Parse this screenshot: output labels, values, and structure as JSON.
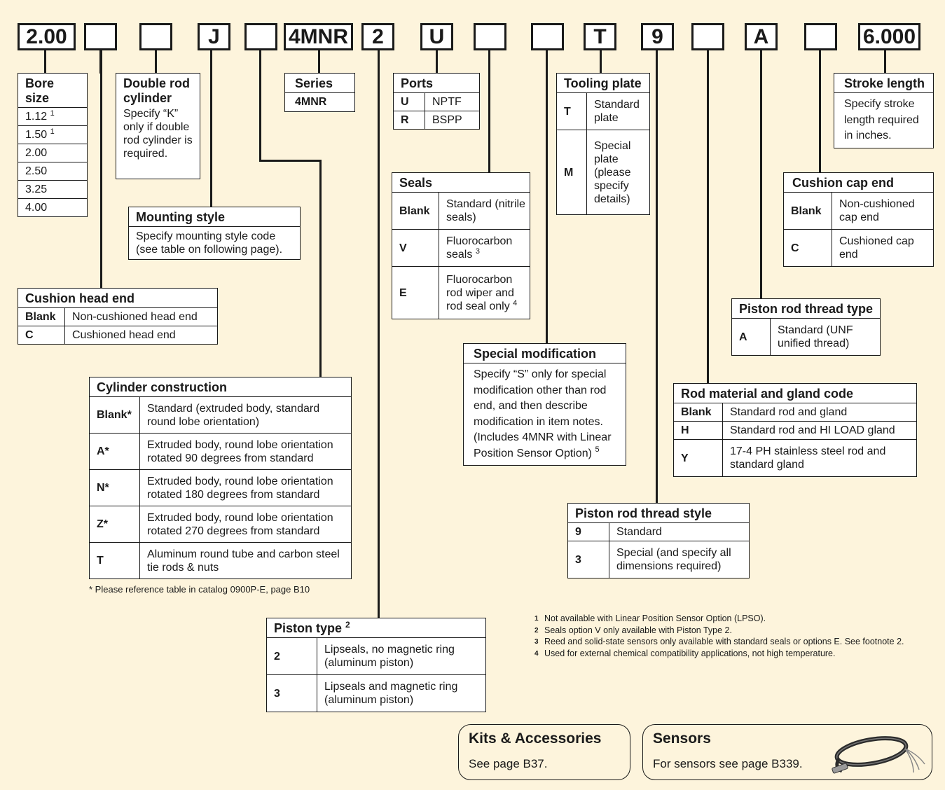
{
  "codes": [
    "2.00",
    "",
    "",
    "J",
    "",
    "4MNR",
    "2",
    "U",
    "",
    "",
    "T",
    "9",
    "",
    "A",
    "",
    "6.000"
  ],
  "bore": {
    "title": "Bore size",
    "rows": [
      {
        "v": "1.12",
        "sup": "1"
      },
      {
        "v": "1.50",
        "sup": "1"
      },
      {
        "v": "2.00",
        "sup": ""
      },
      {
        "v": "2.50",
        "sup": ""
      },
      {
        "v": "3.25",
        "sup": ""
      },
      {
        "v": "4.00",
        "sup": ""
      }
    ]
  },
  "double_rod": {
    "title": "Double rod cylinder",
    "body": "Specify “K” only if double rod cylinder is required."
  },
  "mounting": {
    "title": "Mounting style",
    "body": "Specify mounting style code (see table on following page)."
  },
  "series": {
    "title": "Series",
    "value": "4MNR"
  },
  "cushion_head": {
    "title": "Cushion head end",
    "rows": [
      {
        "k": "Blank",
        "v": "Non-cushioned head end"
      },
      {
        "k": "C",
        "v": "Cushioned head end"
      }
    ]
  },
  "cylinder": {
    "title": "Cylinder construction",
    "rows": [
      {
        "k": "Blank*",
        "v": "Standard (extruded body, standard round lobe orientation)"
      },
      {
        "k": "A*",
        "v": "Extruded body, round lobe orientation rotated 90 degrees from standard"
      },
      {
        "k": "N*",
        "v": "Extruded body, round lobe orientation rotated 180 degrees from standard"
      },
      {
        "k": "Z*",
        "v": "Extruded body, round lobe orientation rotated 270 degrees from standard"
      },
      {
        "k": "T",
        "v": "Aluminum round tube and carbon steel tie rods & nuts"
      }
    ],
    "note": "* Please reference table in catalog 0900P-E, page B10"
  },
  "piston_type": {
    "title": "Piston type",
    "sup": "2",
    "rows": [
      {
        "k": "2",
        "v": "Lipseals, no magnetic ring (aluminum piston)"
      },
      {
        "k": "3",
        "v": "Lipseals and magnetic ring (aluminum piston)"
      }
    ]
  },
  "ports": {
    "title": "Ports",
    "rows": [
      {
        "k": "U",
        "v": "NPTF"
      },
      {
        "k": "R",
        "v": "BSPP"
      }
    ]
  },
  "seals": {
    "title": "Seals",
    "rows": [
      {
        "k": "Blank",
        "v": "Standard (nitrile seals)",
        "sup": ""
      },
      {
        "k": "V",
        "v": "Fluorocarbon seals",
        "sup": "3"
      },
      {
        "k": "E",
        "v": "Fluorocarbon rod wiper and rod seal only",
        "sup": "4"
      }
    ]
  },
  "special_mod": {
    "title": "Special modification",
    "body": "Specify “S” only for special modification other than rod end, and then describe modification in item notes. (Includes 4MNR with Linear Position Sensor Option)",
    "sup": "5"
  },
  "tooling": {
    "title": "Tooling plate",
    "rows": [
      {
        "k": "T",
        "v": "Standard plate"
      },
      {
        "k": "M",
        "v": "Special plate (please specify details)"
      }
    ]
  },
  "thread_style": {
    "title": "Piston rod thread style",
    "rows": [
      {
        "k": "9",
        "v": "Standard"
      },
      {
        "k": "3",
        "v": "Special (and specify all dimensions required)"
      }
    ]
  },
  "rod_material": {
    "title": "Rod material and gland code",
    "rows": [
      {
        "k": "Blank",
        "v": "Standard rod and gland"
      },
      {
        "k": "H",
        "v": "Standard rod and HI LOAD gland"
      },
      {
        "k": "Y",
        "v": "17-4 PH stainless steel rod and standard gland"
      }
    ]
  },
  "thread_type": {
    "title": "Piston rod thread type",
    "rows": [
      {
        "k": "A",
        "v": "Standard (UNF unified thread)"
      }
    ]
  },
  "cushion_cap": {
    "title": "Cushion cap end",
    "rows": [
      {
        "k": "Blank",
        "v": "Non-cushioned cap end"
      },
      {
        "k": "C",
        "v": "Cushioned cap end"
      }
    ]
  },
  "stroke": {
    "title": "Stroke length",
    "body": "Specify stroke length required in inches."
  },
  "footnotes": [
    {
      "n": "1",
      "t": "Not available with Linear Position Sensor Option (LPSO)."
    },
    {
      "n": "2",
      "t": "Seals option V only available with Piston Type 2."
    },
    {
      "n": "3",
      "t": "Reed and solid-state sensors only available with standard seals or options E. See footnote 2."
    },
    {
      "n": "4",
      "t": "Used for external chemical compatibility applications, not high temperature."
    }
  ],
  "kits": {
    "title": "Kits & Accessories",
    "sub": "See page B37."
  },
  "sensors": {
    "title": "Sensors",
    "sub": "For sensors see page B339.",
    "icon": "sensor-cable-icon"
  }
}
